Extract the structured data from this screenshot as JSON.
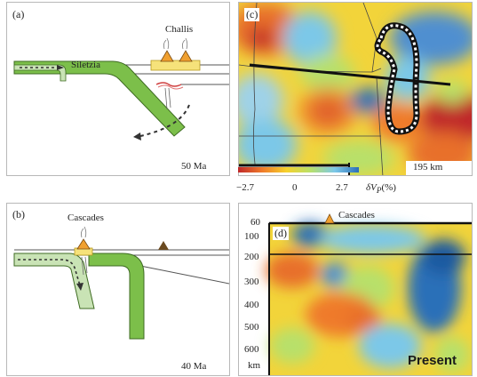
{
  "panel_a": {
    "label": "(a)",
    "slab_label": "Siletzia",
    "volcano_label": "Challis",
    "age": "50 Ma"
  },
  "panel_b": {
    "label": "(b)",
    "volcano_label": "Cascades",
    "age": "40 Ma"
  },
  "panel_c": {
    "label": "(c)",
    "scale_label": "195 km",
    "colorbar": {
      "tick_labels": [
        "−2.7",
        "0",
        "2.7"
      ],
      "axis_label": "δV",
      "axis_label_sub": "P",
      "axis_label_unit": "(%)"
    }
  },
  "panel_d": {
    "label": "(d)",
    "volcano_label": "Cascades",
    "depth_ticks": [
      "60",
      "100",
      "200",
      "300",
      "400",
      "500",
      "600",
      "km"
    ],
    "watermark": "Present"
  },
  "colors": {
    "slab_green": "#7cbf4a",
    "slab_light": "#c9e3b5",
    "volcano_orange": "#f0a030",
    "red": "#c0282a",
    "blue": "#2b6fb8"
  }
}
